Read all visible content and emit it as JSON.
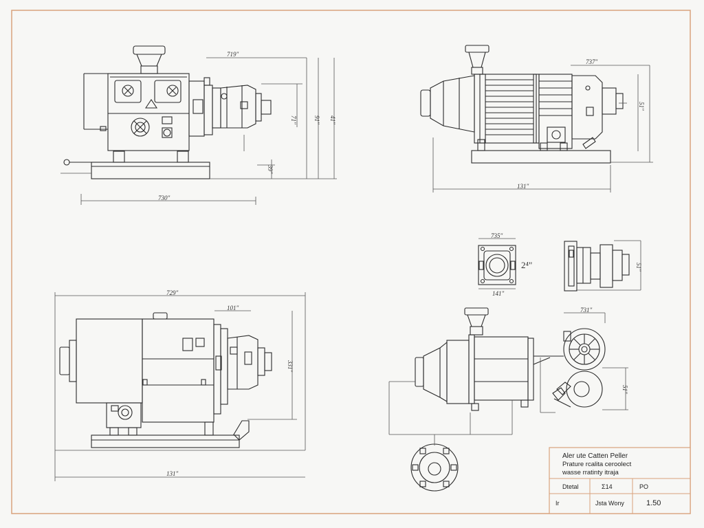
{
  "colors": {
    "paper": "#f7f7f5",
    "border": "#d9a27c",
    "ink": "#2a2a2a",
    "dim": "#555555"
  },
  "views": {
    "front_left": {
      "dim_top": "719\"",
      "dim_bottom": "730\"",
      "dim_right_1": "71\"",
      "dim_right_2": "91\"",
      "dim_right_3": "41\"",
      "dim_small": "39\""
    },
    "side_right": {
      "dim_top": "737\"",
      "dim_bottom": "131\"",
      "dim_right": "51\""
    },
    "flange_detail": {
      "dim_top": "735\"",
      "dim_bottom": "141\"",
      "note": "2⁴\""
    },
    "end_detail": {
      "dim_right": "51\""
    },
    "bottom_left": {
      "dim_top": "729\"",
      "dim_top_small": "101\"",
      "dim_right": "331\"",
      "dim_bottom": "131\""
    },
    "bottom_right": {
      "dim_top": "731\"",
      "dim_right": "51\""
    }
  },
  "title_block": {
    "line1": "Aler ute Catten Peller",
    "line2": "Prature rcalita ceroolect",
    "line3": "wasse rratinty itraja",
    "row1_c1": "Dtetal",
    "row1_c2": "Σ14",
    "row1_c3": "PO",
    "row2_c1": "Ir",
    "row2_c2": "Jsta Wony",
    "row2_c3": "1.50"
  }
}
